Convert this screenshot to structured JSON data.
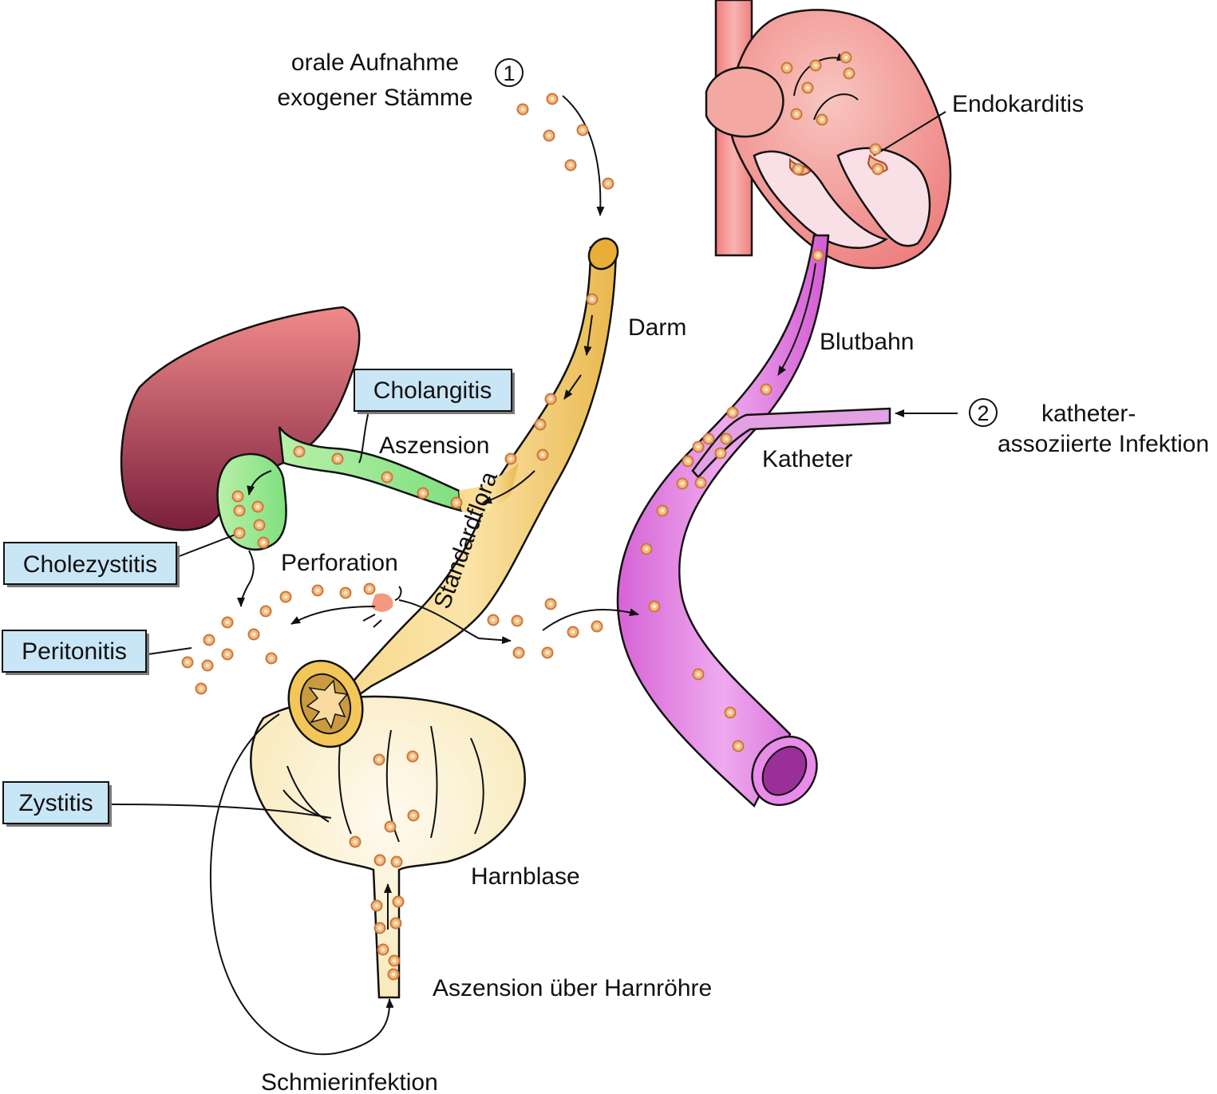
{
  "colors": {
    "intestine": "#f5c96e",
    "liver": "#b84a60",
    "gallbladder": "#8ee68e",
    "bloodstream": "#e07ae0",
    "heart": "#f2a0a0",
    "bladder": "#fbf0c4",
    "label_box": "#c9e6f7",
    "bacteria": "#f3b980"
  },
  "labels": {
    "oral_intake": [
      "orale Aufnahme",
      "exogener Stämme"
    ],
    "marker_1": "1",
    "darm": "Darm",
    "blutbahn": "Blutbahn",
    "endokarditis": "Endokarditis",
    "aszension": "Aszension",
    "standardflora": "Standardflora",
    "perforation": "Perforation",
    "katheter": "Katheter",
    "marker_2": "2",
    "catheter_infection": [
      "katheter-",
      "assoziierte Infektion"
    ],
    "harnblase": "Harnblase",
    "aszension_harnroehre": "Aszension über Harnröhre",
    "schmierinfektion": "Schmierinfektion"
  },
  "boxes": {
    "cholangitis": "Cholangitis",
    "cholezystitis": "Cholezystitis",
    "peritonitis": "Peritonitis",
    "zystitis": "Zystitis"
  },
  "icons": {
    "bacterium": "bacterium-dot-icon",
    "arrow": "arrow-icon"
  }
}
